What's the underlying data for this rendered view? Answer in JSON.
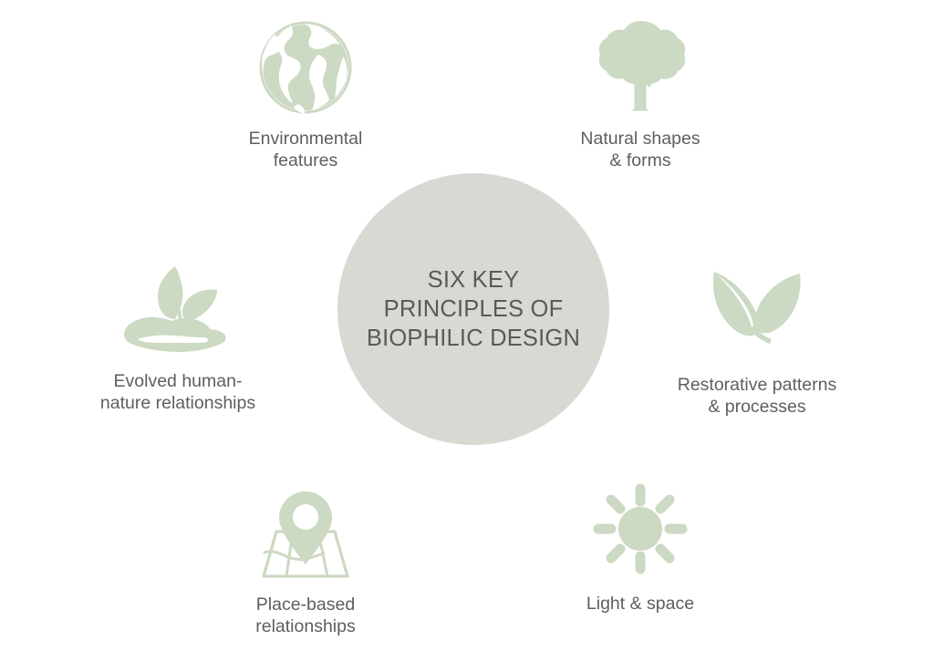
{
  "diagram": {
    "type": "hub-and-spoke",
    "background_color": "#ffffff",
    "center": {
      "title": "SIX KEY\nPRINCIPLES OF\nBIOPHILIC DESIGN",
      "circle_color": "#d8d9d3",
      "text_color": "#565c56"
    },
    "style": {
      "icon_color": "#ccd9c3",
      "label_color": "#5c615c"
    },
    "nodes": [
      {
        "id": "environmental-features",
        "label": "Environmental\nfeatures",
        "icon": "globe-icon",
        "position": "top-left"
      },
      {
        "id": "natural-shapes-forms",
        "label": "Natural shapes\n& forms",
        "icon": "tree-icon",
        "position": "top-right"
      },
      {
        "id": "evolved-human-nature-relationships",
        "label": "Evolved human-\nnature relationships",
        "icon": "hand-holding-plant-icon",
        "position": "middle-left"
      },
      {
        "id": "restorative-patterns-processes",
        "label": "Restorative patterns\n& processes",
        "icon": "two-leaves-icon",
        "position": "middle-right"
      },
      {
        "id": "place-based-relationships",
        "label": "Place-based\nrelationships",
        "icon": "map-pin-icon",
        "position": "bottom-left"
      },
      {
        "id": "light-and-space",
        "label": "Light & space",
        "icon": "sun-icon",
        "position": "bottom-right"
      }
    ]
  }
}
